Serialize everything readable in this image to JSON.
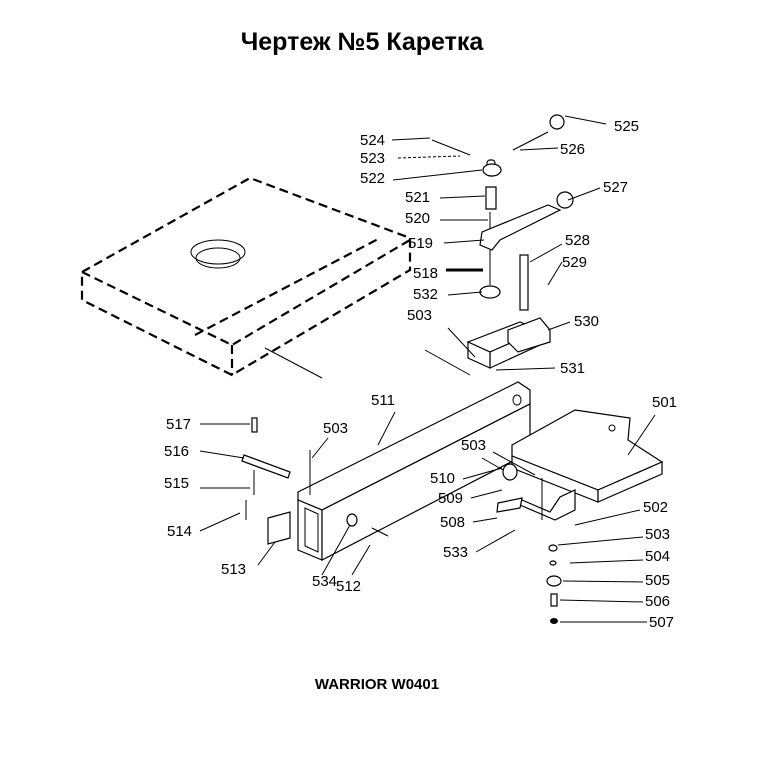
{
  "title": "Чертеж №5 Каретка",
  "footer": "WARRIOR W0401",
  "part_labels": [
    "524",
    "523",
    "522",
    "521",
    "520",
    "519",
    "518",
    "532",
    "503",
    "525",
    "526",
    "527",
    "528",
    "529",
    "530",
    "531",
    "511",
    "501",
    "517",
    "516",
    "515",
    "514",
    "503",
    "503",
    "510",
    "509",
    "508",
    "533",
    "502",
    "503",
    "504",
    "505",
    "506",
    "507",
    "513",
    "534",
    "512"
  ]
}
